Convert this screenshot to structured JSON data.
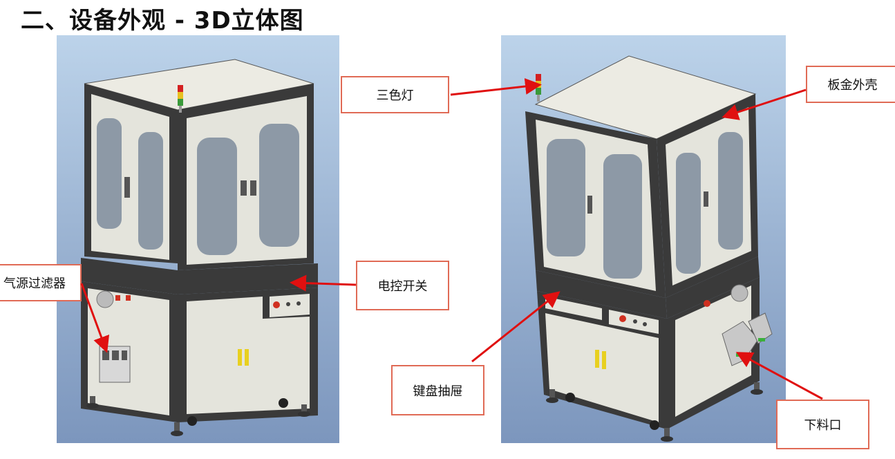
{
  "title": "二、设备外观 - 3D立体图",
  "callouts": {
    "tricolor_light": "三色灯",
    "sheet_metal": "板金外壳",
    "air_filter": "气源过滤器",
    "electric_switch": "电控开关",
    "keyboard_drawer": "键盘抽屉",
    "discharge_port": "下料口"
  },
  "colors": {
    "frame": "#3a3a3a",
    "panel": "#e4e4dc",
    "window": "#8d99a6",
    "arrow": "#e01010",
    "callout_border": "#e06a55"
  }
}
